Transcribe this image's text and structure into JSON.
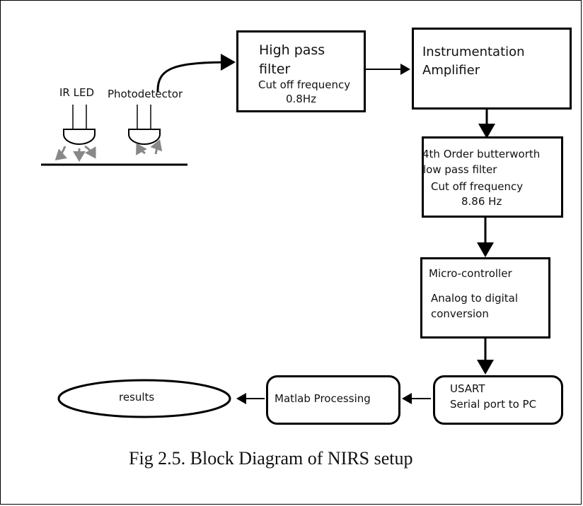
{
  "sensor": {
    "led_label": "IR LED",
    "detector_label": "Photodetector"
  },
  "blocks": {
    "hpf": {
      "title_line1": "High pass",
      "title_line2": "filter",
      "detail_line1": "Cut off frequency",
      "detail_line2": "0.8Hz"
    },
    "amp": {
      "line1": "Instrumentation",
      "line2": "Amplifier"
    },
    "lpf": {
      "line1": "4th Order butterworth",
      "line2": "low pass filter",
      "line3": "Cut off frequency",
      "line4": "8.86 Hz"
    },
    "mcu": {
      "line1": "Micro-controller",
      "line2": "Analog to digital",
      "line3": "conversion"
    },
    "usart": {
      "line1": "USART",
      "line2": "Serial port to PC"
    },
    "matlab": {
      "label": "Matlab Processing"
    },
    "results": {
      "label": "results"
    }
  },
  "caption": "Fig 2.5. Block Diagram of NIRS setup"
}
